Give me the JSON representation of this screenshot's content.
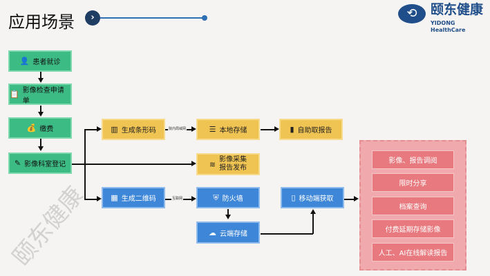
{
  "header": {
    "title": "应用场景",
    "chevron": "›",
    "brand_cn": "颐东健康",
    "brand_en": "YIDONG HealthCare",
    "logo_glyph": "⟲"
  },
  "watermark": "颐东健康",
  "left_flow": [
    {
      "label": "患者就诊",
      "icon": "👤"
    },
    {
      "label": "影像检查申请单",
      "icon": "📋"
    },
    {
      "label": "缴费",
      "icon": "💰"
    },
    {
      "label": "影像科室登记",
      "icon": "✎"
    }
  ],
  "yellow": {
    "barcode": {
      "label": "生成条形码",
      "icon": "▥"
    },
    "local": {
      "label": "本地存储",
      "icon": "☰"
    },
    "self": {
      "label": "自助取报告",
      "icon": "▮"
    },
    "capture": {
      "line1": "影像采集",
      "line2": "报告发布",
      "icon": "≋"
    }
  },
  "blue": {
    "qr": {
      "label": "生成二维码",
      "icon": "▦"
    },
    "firewall": {
      "label": "防火墙",
      "icon": "⛨"
    },
    "cloud": {
      "label": "云端存储",
      "icon": "☁"
    },
    "mobile": {
      "label": "移动端获取",
      "icon": "▯"
    }
  },
  "edge_labels": {
    "lan": "院内局域网",
    "internet": "互联网"
  },
  "panel_items": [
    "影像、报告调阅",
    "限时分享",
    "档案查询",
    "付费延期存储影像",
    "人工、AI在线解读报告"
  ],
  "colors": {
    "green": "#3dbb85",
    "yellow": "#f0c453",
    "blue": "#3d86d8",
    "pink": "#e8797e"
  }
}
